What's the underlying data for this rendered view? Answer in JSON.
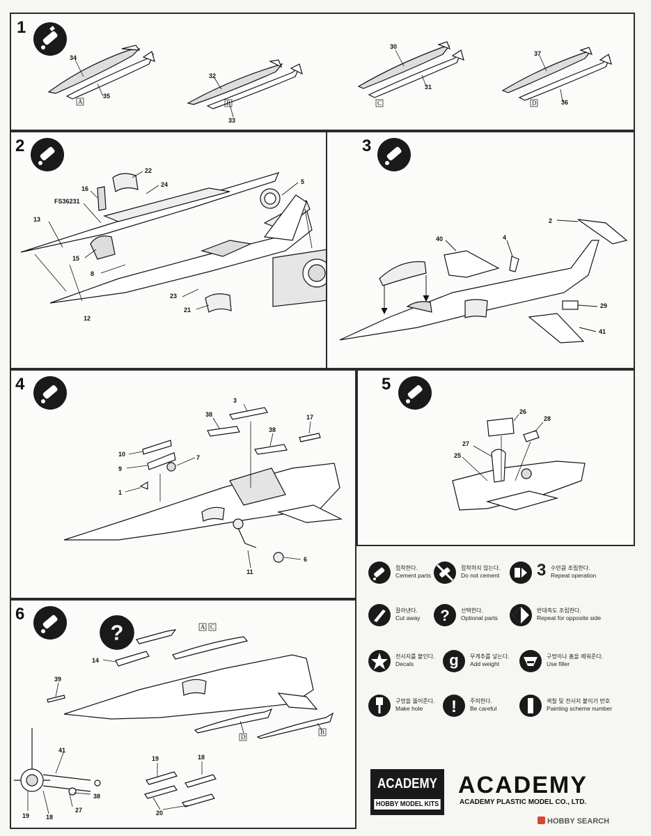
{
  "steps": [
    {
      "number": "1"
    },
    {
      "number": "2"
    },
    {
      "number": "3"
    },
    {
      "number": "4"
    },
    {
      "number": "5"
    },
    {
      "number": "6"
    }
  ],
  "step1": {
    "part_labels": [
      "34",
      "35",
      "32",
      "33",
      "30",
      "31",
      "37",
      "36"
    ],
    "option_labels": [
      "A",
      "B",
      "C",
      "D"
    ]
  },
  "step2": {
    "part_labels": [
      "22",
      "24",
      "16",
      "FS36231",
      "5",
      "13",
      "15",
      "8",
      "23",
      "21",
      "12"
    ]
  },
  "step3": {
    "part_labels": [
      "2",
      "40",
      "4",
      "29",
      "41"
    ]
  },
  "step4": {
    "part_labels": [
      "3",
      "38",
      "38",
      "17",
      "10",
      "9",
      "7",
      "1",
      "11",
      "6"
    ]
  },
  "step5": {
    "part_labels": [
      "26",
      "28",
      "27",
      "25"
    ]
  },
  "step6": {
    "part_labels": [
      "14",
      "39",
      "41",
      "38",
      "27",
      "19",
      "18",
      "19",
      "18",
      "20"
    ],
    "option_labels": [
      "A",
      "C",
      "D",
      "B"
    ]
  },
  "legend": [
    {
      "kr": "접착한다.",
      "en": "Cement parts",
      "icon": "cement-tube-icon"
    },
    {
      "kr": "접착하지 않는다.",
      "en": "Do not cement",
      "icon": "no-cement-icon"
    },
    {
      "kr": "수만큼 조립한다.",
      "en": "Repeat operation",
      "icon": "repeat-operation-icon",
      "count": "3"
    },
    {
      "kr": "잘라낸다.",
      "en": "Cut away",
      "icon": "knife-icon"
    },
    {
      "kr": "선택한다.",
      "en": "Optional parts",
      "icon": "question-mark-icon",
      "glyph": "?"
    },
    {
      "kr": "반대측도 조립한다.",
      "en": "Repeat for opposite side",
      "icon": "opposite-side-icon"
    },
    {
      "kr": "전사지를 붙인다.",
      "en": "Decals",
      "icon": "star-icon"
    },
    {
      "kr": "무게추를 넣는다.",
      "en": "Add weight",
      "icon": "weight-icon",
      "glyph": "g"
    },
    {
      "kr": "구멍이나 홈을 메워준다.",
      "en": "Use filler",
      "icon": "filler-icon"
    },
    {
      "kr": "구멍을 뚫어준다.",
      "en": "Make hole",
      "icon": "drill-icon"
    },
    {
      "kr": "주의한다.",
      "en": "Be careful",
      "icon": "exclamation-icon",
      "glyph": "!"
    },
    {
      "kr": "색칠 및 전사지 붙이기 번호",
      "en": "Painting scheme number",
      "icon": "painting-scheme-icon"
    }
  ],
  "branding": {
    "box_title": "ACADEMY",
    "box_subtitle": "HOBBY MODEL KITS",
    "logo": "ACADEMY",
    "company": "ACADEMY PLASTIC MODEL CO., LTD."
  },
  "watermark": "HOBBY SEARCH",
  "colors": {
    "ink": "#1a1a1a",
    "paper": "#fbfbf9"
  }
}
